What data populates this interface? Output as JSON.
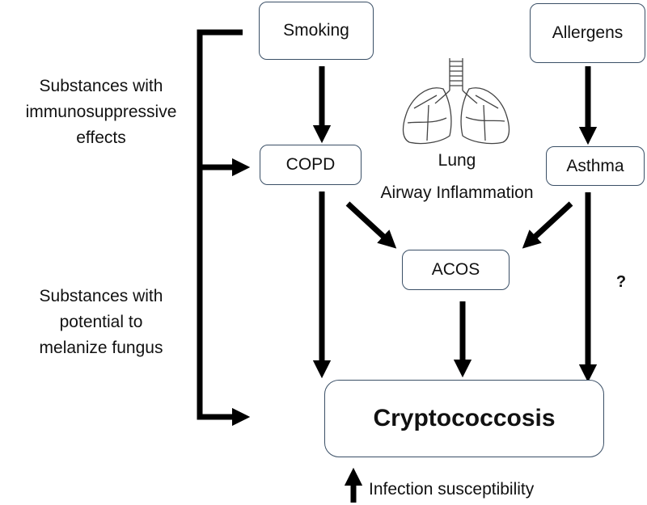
{
  "nodes": {
    "smoking": "Smoking",
    "allergens": "Allergens",
    "copd": "COPD",
    "asthma": "Asthma",
    "acos": "ACOS",
    "cryptococcosis": "Cryptococcosis"
  },
  "labels": {
    "lung": "Lung",
    "airway_inflammation": "Airway Inflammation",
    "immunosuppressive": [
      "Substances with",
      "immunosuppressive",
      "effects"
    ],
    "melanize": [
      "Substances with",
      "potential to",
      "melanize fungus"
    ],
    "question_mark": "?",
    "infection_susceptibility": "Infection susceptibility"
  },
  "colors": {
    "box_border": "#3a4f66",
    "arrow": "#000000",
    "lung_stroke": "#444444"
  }
}
